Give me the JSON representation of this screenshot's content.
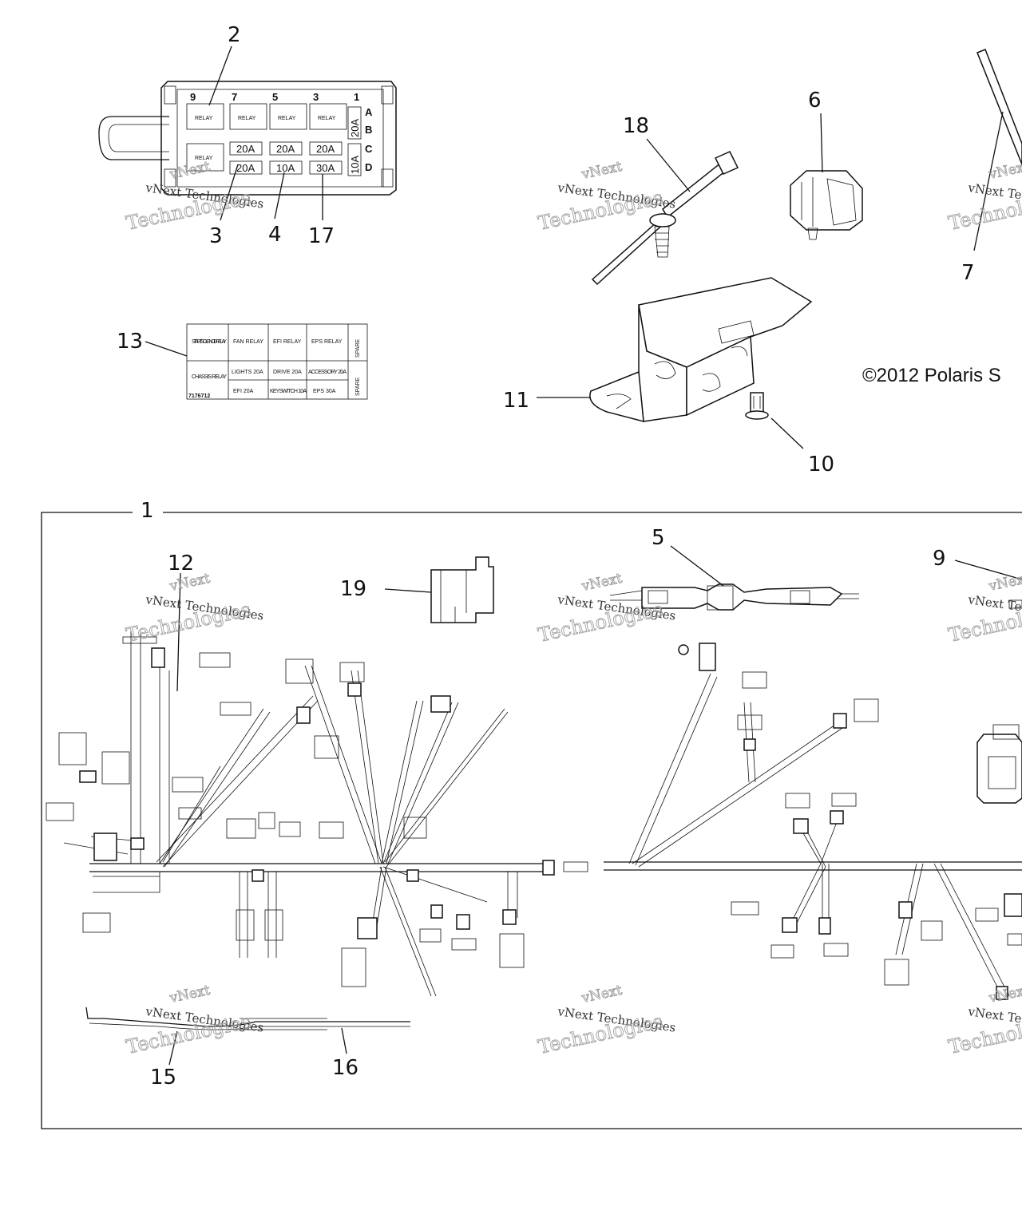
{
  "callouts": {
    "c1": "1",
    "c2": "2",
    "c3": "3",
    "c4": "4",
    "c5": "5",
    "c6": "6",
    "c7": "7",
    "c9": "9",
    "c10": "10",
    "c11": "11",
    "c12": "12",
    "c13": "13",
    "c15": "15",
    "c16": "16",
    "c17": "17",
    "c18": "18",
    "c19": "19"
  },
  "copyright": "©2012 Polaris S",
  "fuse_box": {
    "positions": [
      "9",
      "7",
      "5",
      "3",
      "1"
    ],
    "rows": [
      "A",
      "B",
      "C",
      "D"
    ],
    "relay_top": [
      "RELAY",
      "RELAY",
      "RELAY",
      "RELAY"
    ],
    "relay_bottom": "RELAY",
    "fuses_c": [
      "20A",
      "20A",
      "20A"
    ],
    "fuses_d": [
      "20A",
      "10A",
      "30A"
    ],
    "side_ab": "20A",
    "side_cd": "10A"
  },
  "decal": {
    "r1": [
      "START SOLENOID RELAY",
      "FAN RELAY",
      "EFI RELAY",
      "EPS RELAY"
    ],
    "r1_side": "SPARE",
    "r2_left": "CHASSIS RELAY",
    "r2_top": [
      "LIGHTS 20A",
      "DRIVE 20A",
      "ACCESSORY 20A"
    ],
    "r2_bottom": [
      "EFI 20A",
      "KEYSWITCH 10A",
      "EPS 30A"
    ],
    "r2_side": "SPARE",
    "part_number": "7176712"
  },
  "watermark": {
    "line1": "vNext Technologies",
    "line2": "vNext",
    "line3": "Technologies"
  }
}
